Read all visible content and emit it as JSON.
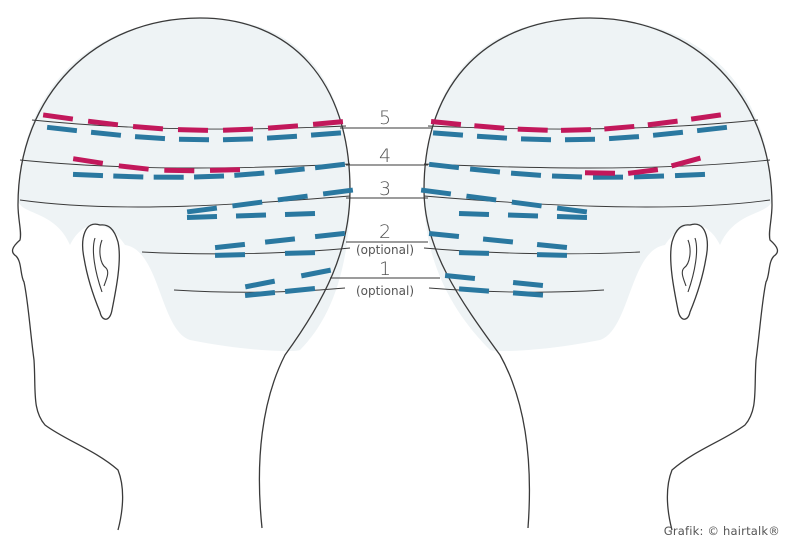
{
  "colors": {
    "background": "#ffffff",
    "head_fill": "#eef3f5",
    "outline": "#3a3a3a",
    "magenta": "#c2185b",
    "blue": "#2a78a0",
    "label": "#555555"
  },
  "rows": [
    {
      "number": "5",
      "note": ""
    },
    {
      "number": "4",
      "note": ""
    },
    {
      "number": "3",
      "note": ""
    },
    {
      "number": "2",
      "note": "(optional)"
    },
    {
      "number": "1",
      "note": "(optional)"
    }
  ],
  "credit": "Grafik: © hairtalk®"
}
